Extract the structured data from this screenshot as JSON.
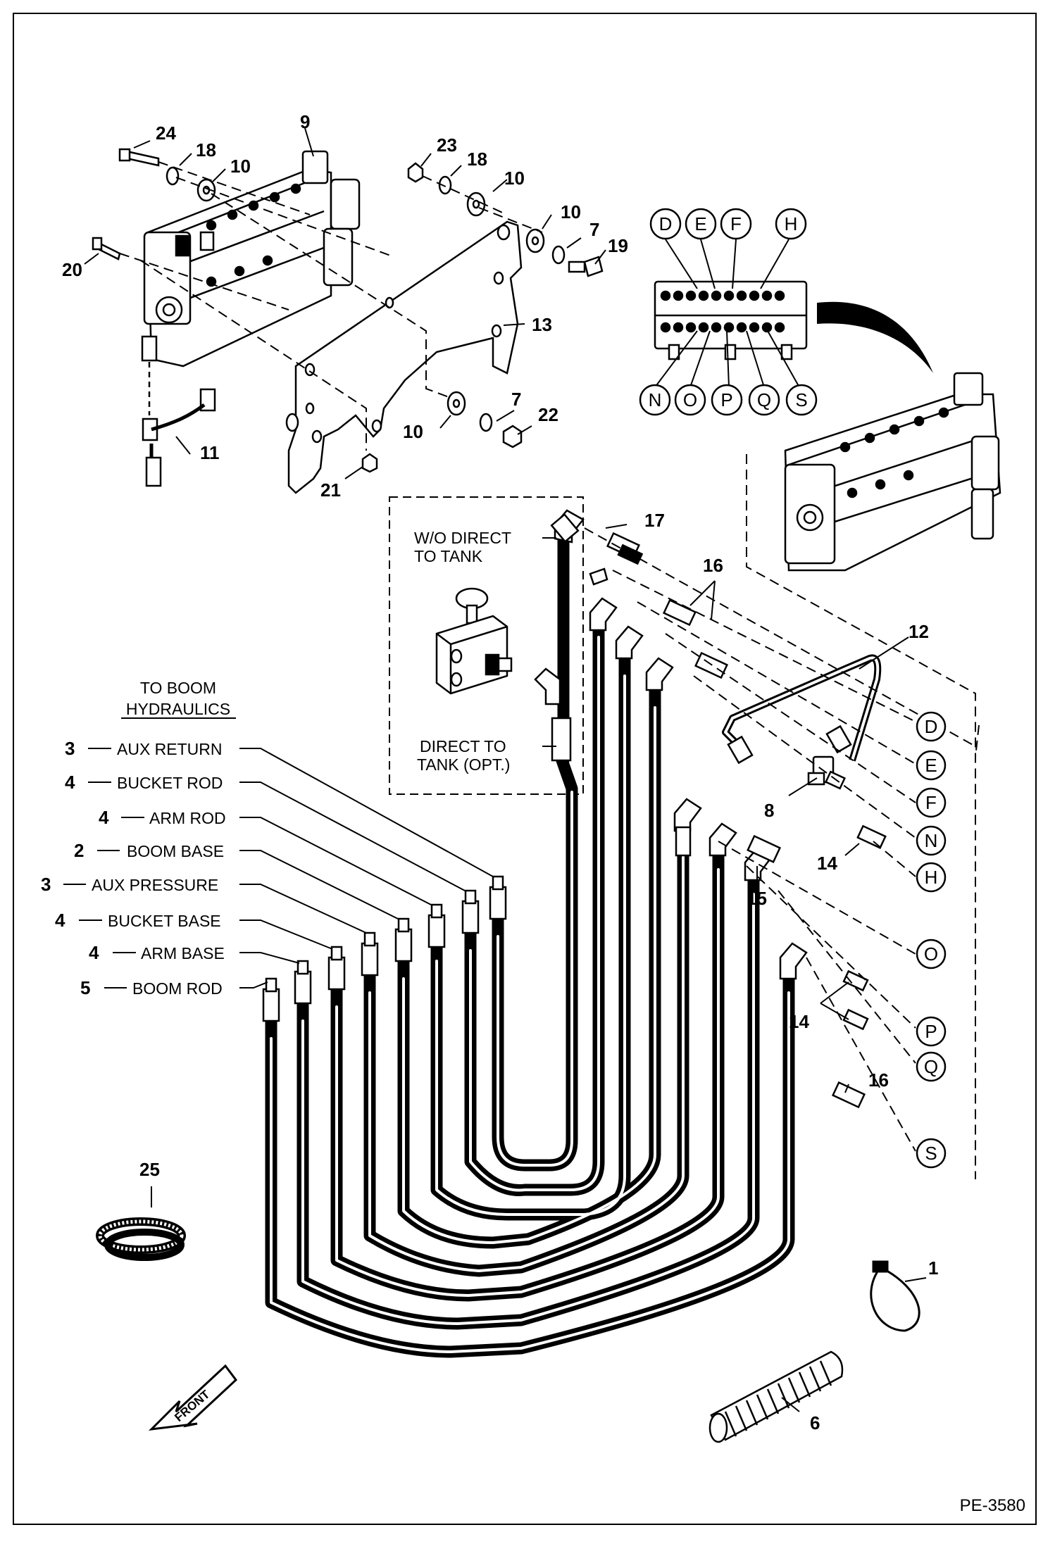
{
  "document_id": "PE-3580",
  "diagram": {
    "part_callouts": [
      "24",
      "18",
      "10",
      "9",
      "23",
      "18",
      "10",
      "10",
      "7",
      "19",
      "20",
      "13",
      "11",
      "7",
      "22",
      "10",
      "21",
      "17",
      "16",
      "12",
      "8",
      "14",
      "15",
      "14",
      "16",
      "25",
      "1",
      "6"
    ],
    "port_letters_top": [
      "D",
      "E",
      "F",
      "H"
    ],
    "port_letters_bottom": [
      "N",
      "O",
      "P",
      "Q",
      "S"
    ],
    "port_letters_right": [
      "D",
      "E",
      "F",
      "N",
      "H",
      "O",
      "P",
      "Q",
      "S"
    ],
    "inset": {
      "label_top": "W/O DIRECT\nTO TANK",
      "label_top_line1": "W/O DIRECT",
      "label_top_line2": "TO TANK",
      "label_bottom_line1": "DIRECT TO",
      "label_bottom_line2": "TANK (OPT.)"
    },
    "hose_header_line1": "TO BOOM",
    "hose_header_line2": "HYDRAULICS",
    "hoses": [
      {
        "qty": "3",
        "label": "AUX RETURN"
      },
      {
        "qty": "4",
        "label": "BUCKET ROD"
      },
      {
        "qty": "4",
        "label": "ARM ROD"
      },
      {
        "qty": "2",
        "label": "BOOM BASE"
      },
      {
        "qty": "3",
        "label": "AUX PRESSURE"
      },
      {
        "qty": "4",
        "label": "BUCKET BASE"
      },
      {
        "qty": "4",
        "label": "ARM BASE"
      },
      {
        "qty": "5",
        "label": "BOOM ROD"
      }
    ],
    "front_arrow_label": "FRONT"
  }
}
